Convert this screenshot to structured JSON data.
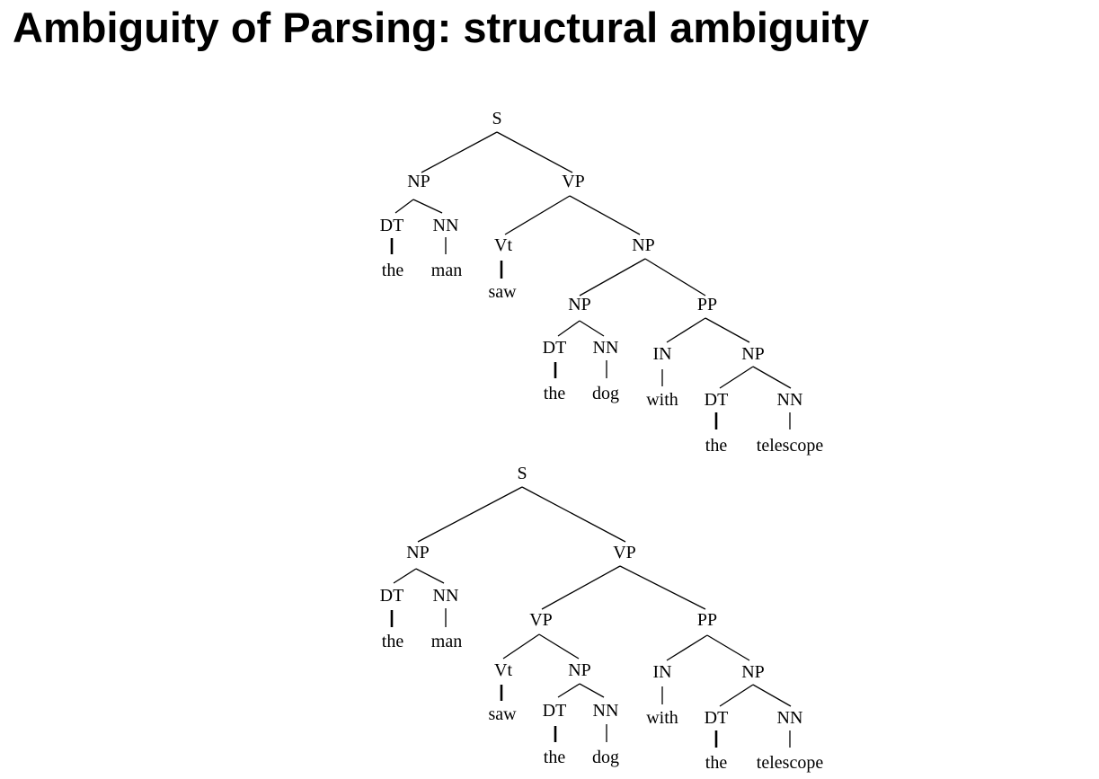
{
  "slide": {
    "title": "Ambiguity of Parsing: structural ambiguity"
  },
  "trees": [
    {
      "nodes": {
        "s": "S",
        "np_subj": "NP",
        "dt_subj": "DT",
        "nn_subj": "NN",
        "w_the1": "the",
        "w_man": "man",
        "vp": "VP",
        "vt": "Vt",
        "w_saw": "saw",
        "np_obj": "NP",
        "np_dog": "NP",
        "dt_dog": "DT",
        "nn_dog": "NN",
        "w_the2": "the",
        "w_dog": "dog",
        "pp": "PP",
        "in": "IN",
        "w_with": "with",
        "np_tel": "NP",
        "dt_tel": "DT",
        "nn_tel": "NN",
        "w_the3": "the",
        "w_telescope": "telescope"
      }
    },
    {
      "nodes": {
        "s": "S",
        "np_subj": "NP",
        "dt_subj": "DT",
        "nn_subj": "NN",
        "w_the1": "the",
        "w_man": "man",
        "vp": "VP",
        "vp_inner": "VP",
        "vt": "Vt",
        "w_saw": "saw",
        "np_dog": "NP",
        "dt_dog": "DT",
        "nn_dog": "NN",
        "w_the2": "the",
        "w_dog": "dog",
        "pp": "PP",
        "in": "IN",
        "w_with": "with",
        "np_tel": "NP",
        "dt_tel": "DT",
        "nn_tel": "NN",
        "w_the3": "the",
        "w_telescope": "telescope"
      }
    }
  ]
}
